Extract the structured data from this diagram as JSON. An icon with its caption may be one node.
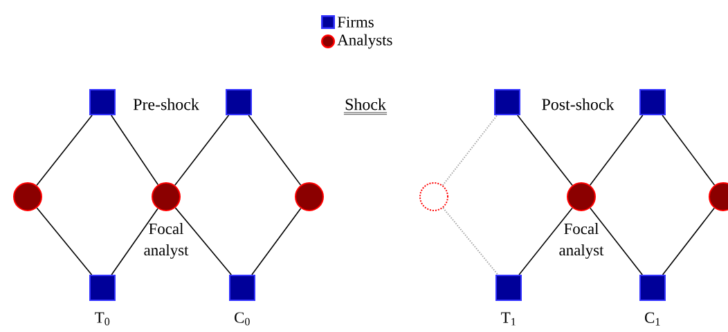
{
  "diagram": {
    "nodes": [
      {
        "text": [],
        "shape": "circle"
      },
      {
        "text": [],
        "shape": "box"
      },
      {
        "text": [],
        "shape": "box",
        "beside": [
          "T$_{0}$"
        ]
      },
      {
        "text": [],
        "shape": "circle",
        "beside": [
          "Focal analyst"
        ]
      },
      {
        "text": [],
        "shape": "box"
      },
      {
        "text": [],
        "shape": "box",
        "beside": [
          "C$_{0}$"
        ]
      },
      {
        "text": [],
        "shape": "circle"
      },
      {
        "text": [],
        "shape": "circle"
      },
      {
        "text": [],
        "shape": "box"
      },
      {
        "text": [],
        "shape": "box",
        "beside": [
          "T$_{1}$"
        ]
      },
      {
        "text": [],
        "shape": "circle",
        "beside": [
          "Focal analyst"
        ]
      },
      {
        "text": [],
        "shape": "box"
      },
      {
        "text": [],
        "shape": "box",
        "beside": [
          "C$_{1}$"
        ]
      },
      {
        "text": [],
        "shape": "circle"
      }
    ],
    "edges": [
      {
        "from": 0,
        "to": 1,
        "arrow": "none"
      },
      {
        "from": 0,
        "to": 2,
        "arrow": "none"
      },
      {
        "from": 1,
        "to": 3,
        "arrow": "none"
      },
      {
        "from": 2,
        "to": 3,
        "arrow": "none"
      },
      {
        "from": 3,
        "to": 4,
        "arrow": "none"
      },
      {
        "from": 3,
        "to": 5,
        "arrow": "none"
      },
      {
        "from": 4,
        "to": 6,
        "arrow": "none"
      },
      {
        "from": 5,
        "to": 6,
        "arrow": "none"
      },
      {
        "from": 7,
        "to": 8,
        "arrow": "none",
        "style": "dashed",
        "color": "#a6a6a6"
      },
      {
        "from": 7,
        "to": 9,
        "arrow": "none",
        "style": "dashed",
        "color": "#a6a6a6"
      },
      {
        "from": 8,
        "to": 10,
        "arrow": "none"
      },
      {
        "from": 9,
        "to": 10,
        "arrow": "none"
      },
      {
        "from": 10,
        "to": 11,
        "arrow": "none"
      },
      {
        "from": 10,
        "to": 12,
        "arrow": "none"
      },
      {
        "from": 11,
        "to": 13,
        "arrow": "none"
      },
      {
        "from": 12,
        "to": 13,
        "arrow": "none"
      }
    ],
    "labels": [
      "Pre-shock",
      "Shock",
      "Post-shock"
    ],
    "legend": [
      {
        "text": "Firms",
        "color": "#000099"
      },
      {
        "text": "Analysts",
        "color": "#8b0000"
      }
    ]
  }
}
